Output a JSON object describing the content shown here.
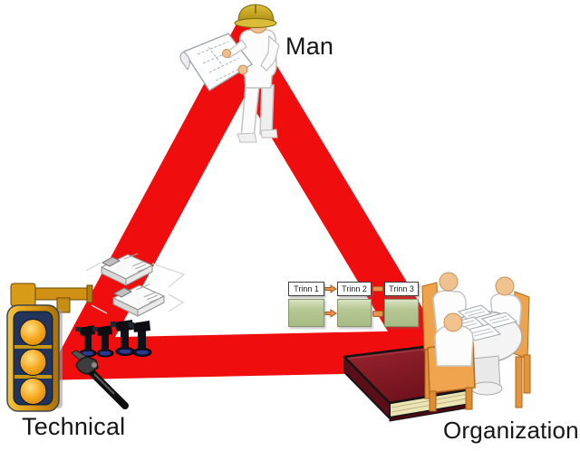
{
  "labels": {
    "man": "Man",
    "technical": "Technical",
    "organization": "Organization"
  },
  "flowchart": {
    "steps": [
      "Trinn 1",
      "Trinn 2",
      "Trinn 3"
    ]
  },
  "colors": {
    "triangle_red": "#f00d0d",
    "flow_box_green": "#adbf8d",
    "flow_arrow_orange": "#e8914e",
    "book_maroon": "#7e1420",
    "chair_orange": "#efa24c",
    "traffic_light_gold": "#e2a416",
    "skin_tone": "#efc08e"
  },
  "icons": {
    "top_vertex": "construction-worker-reading-blueprint-icon",
    "bottom_left_vertex": [
      "traffic-light-icon",
      "hammer-icon",
      "power-drills-icon",
      "fax-phone-icon",
      "fax-phone-icon"
    ],
    "bottom_right_vertex": [
      "process-steps-flowchart",
      "book-icon",
      "meeting-table-icon"
    ]
  }
}
